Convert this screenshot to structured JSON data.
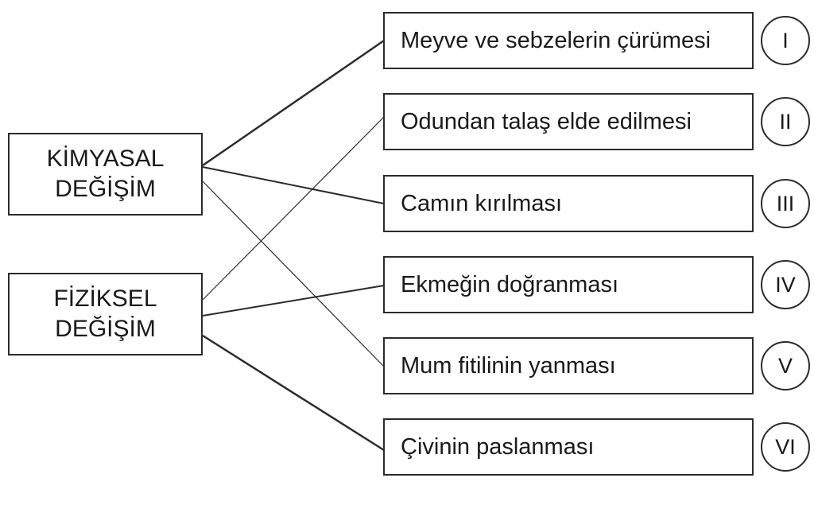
{
  "categories": [
    {
      "id": "chem",
      "line1": "KİMYASAL",
      "line2": "DEĞİŞİM"
    },
    {
      "id": "phys",
      "line1": "FİZİKSEL",
      "line2": "DEĞİŞİM"
    }
  ],
  "items": [
    {
      "text": "Meyve ve sebzelerin çürümesi",
      "numeral": "I"
    },
    {
      "text": "Odundan talaş elde edilmesi",
      "numeral": "II"
    },
    {
      "text": "Camın kırılması",
      "numeral": "III"
    },
    {
      "text": "Ekmeğin doğranması",
      "numeral": "IV"
    },
    {
      "text": "Mum fitilinin yanması",
      "numeral": "V"
    },
    {
      "text": "Çivinin paslanması",
      "numeral": "VI"
    }
  ],
  "connections": [
    {
      "from": "chem",
      "to": 0
    },
    {
      "from": "chem",
      "to": 2
    },
    {
      "from": "chem",
      "to": 4
    },
    {
      "from": "phys",
      "to": 1
    },
    {
      "from": "phys",
      "to": 3
    },
    {
      "from": "phys",
      "to": 5
    }
  ]
}
